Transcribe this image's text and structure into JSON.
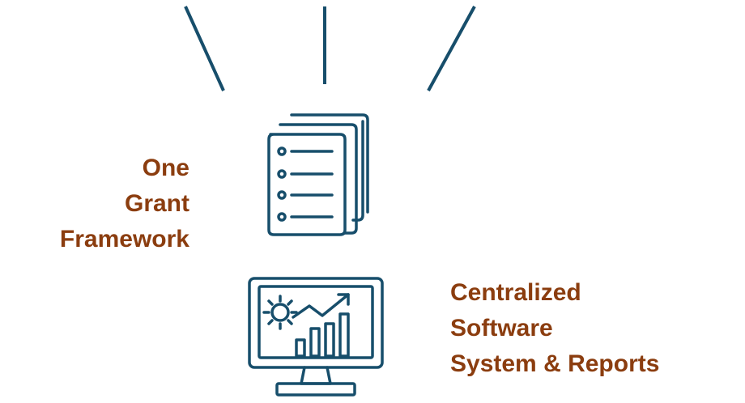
{
  "labels": {
    "one_grant": [
      "One",
      "Grant",
      "Framework"
    ],
    "centralized": [
      "Centralized",
      "Software",
      "System & Reports"
    ]
  },
  "icons": {
    "documents": "stacked-documents-icon",
    "monitor": "monitor-dashboard-icon"
  },
  "colors": {
    "label_text": "#8b3d0f",
    "icon_stroke": "#174e6b",
    "connector": "#174e6b",
    "background": "#ffffff"
  }
}
